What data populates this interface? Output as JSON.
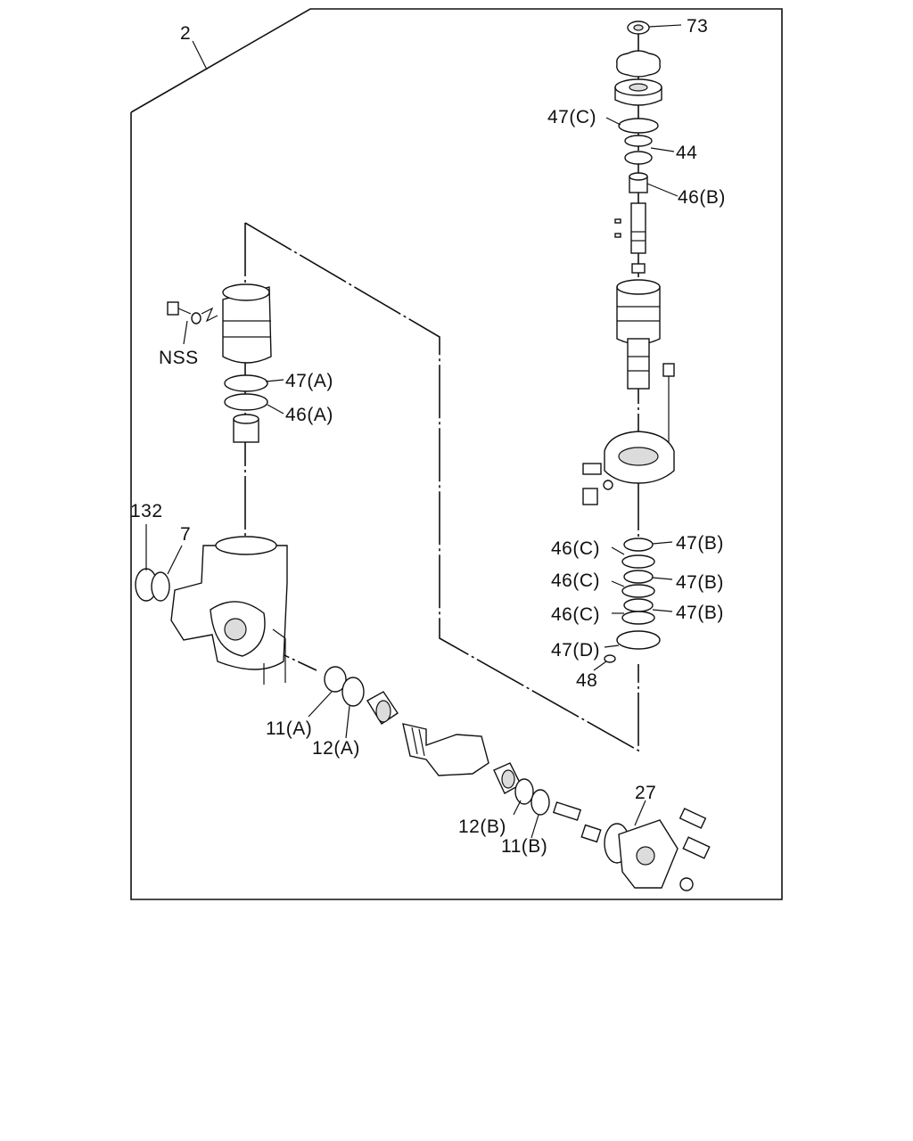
{
  "callouts": {
    "c2": "2",
    "c73": "73",
    "c47c": "47(C)",
    "c44": "44",
    "c46b": "46(B)",
    "cnss": "NSS",
    "c47a": "47(A)",
    "c46a": "46(A)",
    "c132": "132",
    "c7": "7",
    "c46c1": "46(C)",
    "c47b1": "47(B)",
    "c46c2": "46(C)",
    "c47b2": "47(B)",
    "c46c3": "46(C)",
    "c47b3": "47(B)",
    "c47d": "47(D)",
    "c48": "48",
    "c11a": "11(A)",
    "c12a": "12(A)",
    "c27": "27",
    "c12b": "12(B)",
    "c11b": "11(B)"
  }
}
